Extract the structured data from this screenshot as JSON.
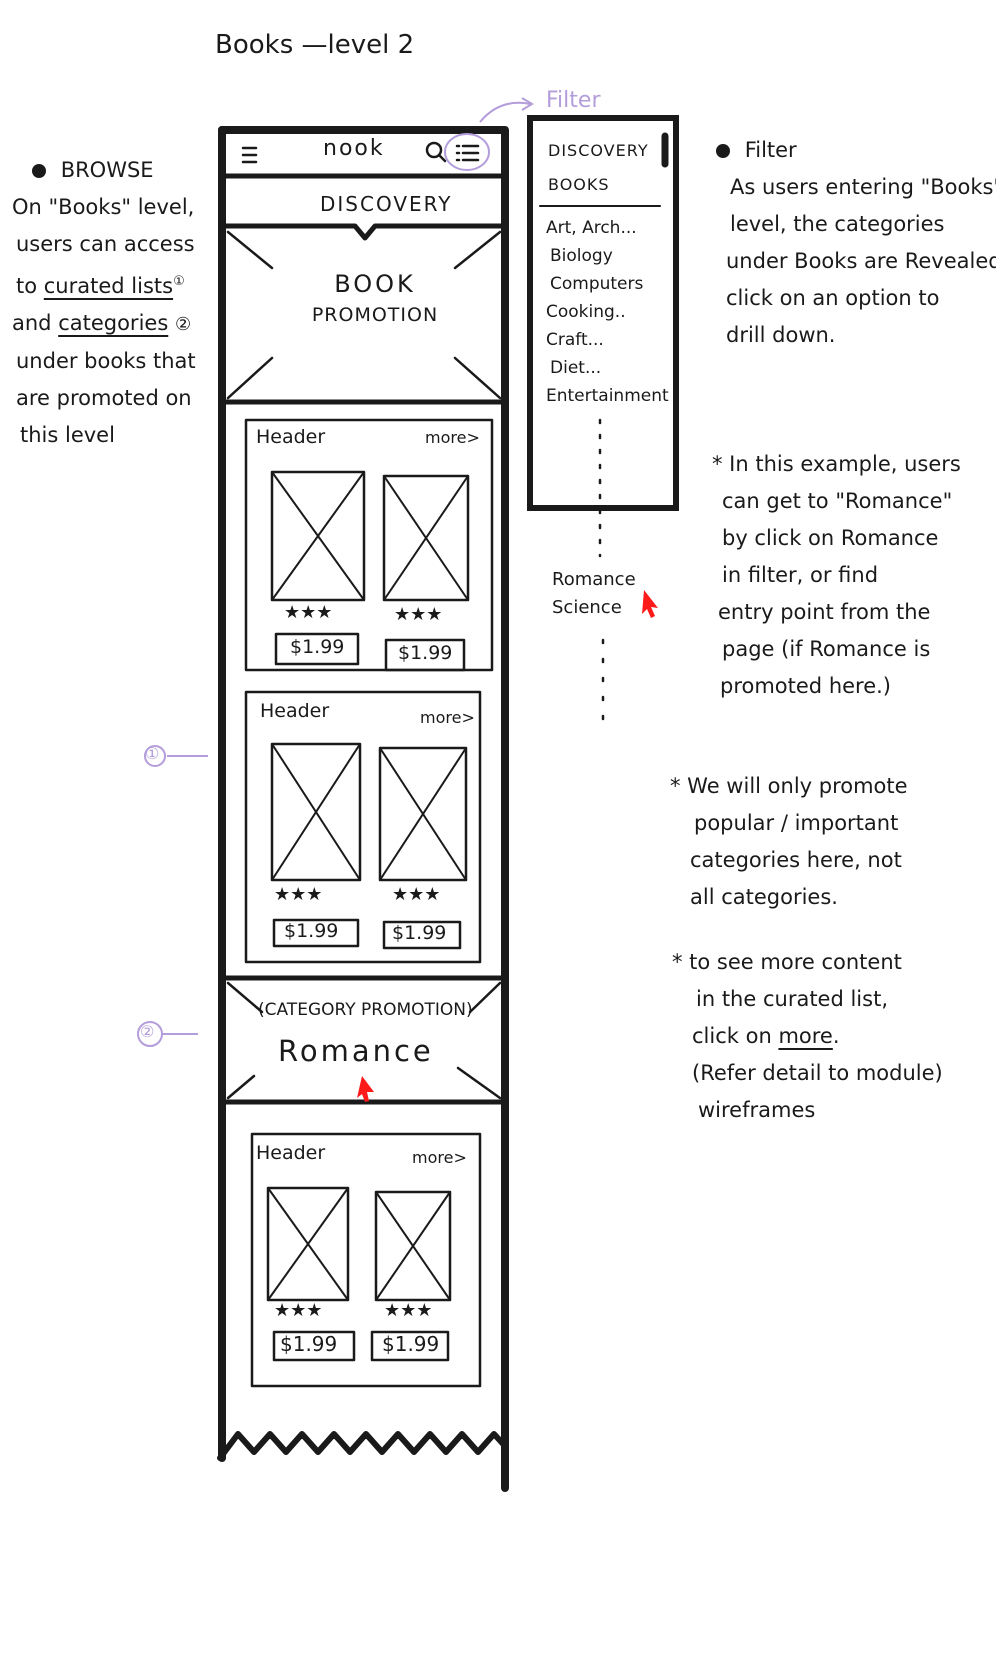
{
  "page_title": "Books —level 2",
  "left_note": {
    "bullet": "BROWSE",
    "lines": [
      "On \"Books\" level,",
      "users can access"
    ],
    "curated_prefix": "to ",
    "curated_text": "curated lists",
    "curated_marker": "①",
    "categories_prefix": "and ",
    "categories_text": "categories",
    "categories_marker": "②",
    "lines_after": [
      "under books that",
      "are promoted on",
      "this level"
    ]
  },
  "phone": {
    "header": {
      "logo": "nook",
      "search_icon": "search-icon",
      "filter_icon": "list-icon"
    },
    "discovery_label": "DISCOVERY",
    "book_promotion_line1": "BOOK",
    "book_promotion_line2": "PROMOTION",
    "modules": [
      {
        "header": "Header",
        "more": "more>",
        "items": [
          {
            "stars": "★★★",
            "price": "$1.99"
          },
          {
            "stars": "★★★",
            "price": "$1.99"
          }
        ]
      },
      {
        "header": "Header",
        "more": "more>",
        "items": [
          {
            "stars": "★★★",
            "price": "$1.99"
          },
          {
            "stars": "★★★",
            "price": "$1.99"
          }
        ]
      },
      {
        "header": "Header",
        "more": "more>",
        "items": [
          {
            "stars": "★★★",
            "price": "$1.99"
          },
          {
            "stars": "★★★",
            "price": "$1.99"
          }
        ]
      }
    ],
    "category_promotion_label": "(CATEGORY PROMOTION)",
    "category_promotion_name": "Romance"
  },
  "annotations": {
    "filter_label": "Filter",
    "marker_1": "①",
    "marker_2": "②"
  },
  "filter_panel": {
    "title_line1": "DISCOVERY",
    "title_line2": "BOOKS",
    "items": [
      "Art, Arch...",
      "Biology",
      "Computers",
      "Cooking..",
      "Craft...",
      "Diet...",
      "Entertainment"
    ],
    "overflow_items": [
      "Romance",
      "Science"
    ]
  },
  "right_notes": {
    "filter_bullet": "Filter",
    "filter_lines": [
      "As users entering \"Books\"",
      "level, the categories",
      "under Books are Revealed",
      "click on an option to",
      "drill down."
    ],
    "note1": [
      "* In this example, users",
      "can get to \"Romance\"",
      "by click on Romance",
      "in filter, or find",
      "entry point from the",
      "page (if Romance is",
      "promoted here.)"
    ],
    "note2": [
      "* We will only promote",
      "popular / important",
      "categories here, not",
      "all categories."
    ],
    "note3_line1": "* to see more content",
    "note3_line2": "in the curated list,",
    "note3_click": "click on ",
    "note3_more": "more",
    "note3_period": ".",
    "note3_line4": "(Refer detail to module)",
    "note3_line5": "wireframes"
  },
  "colors": {
    "ink": "#1a1a1a",
    "annotation": "#b39ddb",
    "cursor": "#ff1a1a"
  }
}
